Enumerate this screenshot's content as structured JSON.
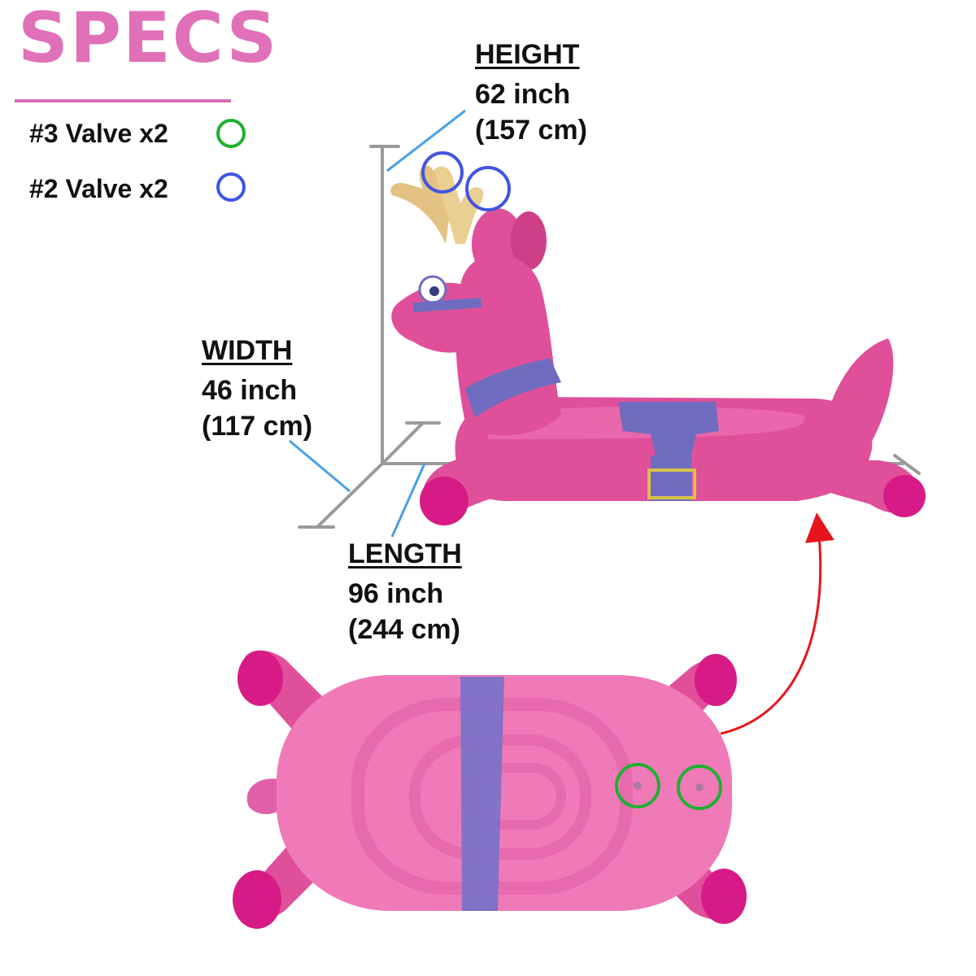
{
  "header": {
    "title": "SPECS"
  },
  "legend": [
    {
      "label": "#3 Valve x2",
      "color": "#1fb030"
    },
    {
      "label": "#2 Valve x2",
      "color": "#4155e0"
    }
  ],
  "dimensions": {
    "height": {
      "label": "HEIGHT",
      "inch": "62 inch",
      "cm": "(157 cm)"
    },
    "width": {
      "label": "WIDTH",
      "inch": "46 inch",
      "cm": "(117 cm)"
    },
    "length": {
      "label": "LENGTH",
      "inch": "96 inch",
      "cm": "(244 cm)"
    }
  },
  "colors": {
    "body_pink": "#e0509a",
    "body_light": "#f07ab8",
    "hoof": "#d81a86",
    "strap": "#6f6cc0",
    "antler": "#e9cf92",
    "guide_blue": "#4aa0e8",
    "axis_gray": "#9a9a9a",
    "arrow_red": "#e8141c"
  }
}
